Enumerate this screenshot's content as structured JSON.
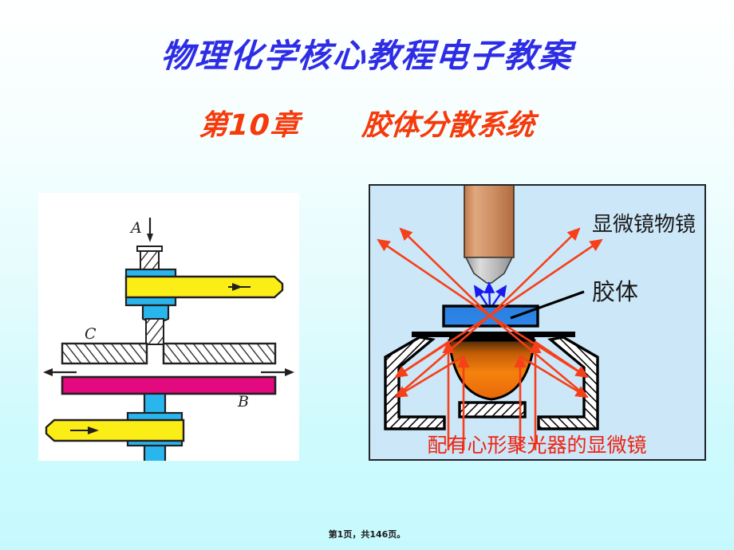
{
  "slide": {
    "background_top_color": "#ffffff",
    "background_bottom_color": "#c6f9fd",
    "main_title": "物理化学核心教程电子教案",
    "main_title_color": "#2d2de6",
    "subtitle_chapter": "第10章",
    "subtitle_topic": "胶体分散系统",
    "subtitle_color": "#f53a0c",
    "footer": "第1页，共146页。"
  },
  "left_figure": {
    "panel_background": "#ffffff",
    "labels": {
      "a": "A",
      "b": "B",
      "c": "C"
    },
    "colors": {
      "yellow_arm": "#fbee17",
      "cyan_shaft": "#29b6ee",
      "magenta_plate": "#e3097e",
      "outline": "#231f20",
      "hatch": "#231f20"
    }
  },
  "right_figure": {
    "panel_background": "#cce7f8",
    "border_color": "#20242b",
    "label_objective": "显微镜物镜",
    "label_colloid": "胶体",
    "caption": "配有心形聚光器的显微镜",
    "caption_color": "#ee2211",
    "colors": {
      "objective_body": "#cf9165",
      "objective_tip": "#b9b9b9",
      "sample": "#2a7fe0",
      "light_ray": "#f6401a",
      "scatter_ray": "#1a1aee",
      "condenser_lens": "#ef7410",
      "outline": "#000000"
    }
  }
}
